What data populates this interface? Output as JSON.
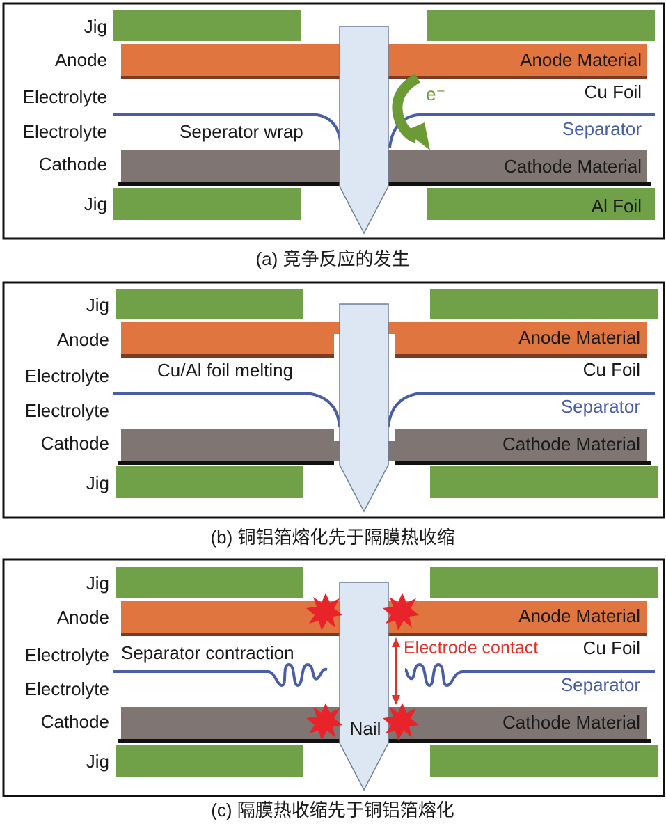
{
  "panels": [
    {
      "id": "a",
      "caption": "(a) 竞争反应的发生",
      "left_labels": [
        "Jig",
        "Anode",
        "Electrolyte",
        "Electrolyte",
        "Cathode",
        "Jig"
      ],
      "right_labels": {
        "anode_material": "Anode Material",
        "cu_foil": "Cu Foil",
        "separator": "Separator",
        "cathode_material": "Cathode Material",
        "al_foil": "Al Foil"
      },
      "annotation": "Seperator wrap",
      "electron": "e⁻"
    },
    {
      "id": "b",
      "caption": "(b) 铜铝箔熔化先于隔膜热收缩",
      "left_labels": [
        "Jig",
        "Anode",
        "Electrolyte",
        "Electrolyte",
        "Cathode",
        "Jig"
      ],
      "right_labels": {
        "anode_material": "Anode Material",
        "cu_foil": "Cu Foil",
        "separator": "Separator",
        "cathode_material": "Cathode Material"
      },
      "annotation": "Cu/Al foil melting"
    },
    {
      "id": "c",
      "caption": "(c) 隔膜热收缩先于铜铝箔熔化",
      "left_labels": [
        "Jig",
        "Anode",
        "Electrolyte",
        "Electrolyte",
        "Cathode",
        "Jig"
      ],
      "right_labels": {
        "anode_material": "Anode Material",
        "cu_foil": "Cu Foil",
        "separator": "Separator",
        "cathode_material": "Cathode Material"
      },
      "annotation": "Separator contraction",
      "contact_label": "Electrode contact",
      "nail_label": "Nail"
    }
  ],
  "colors": {
    "jig": "#70a048",
    "anode": "#e0753f",
    "cu_foil": "#7a3b24",
    "cathode": "#7f7674",
    "al_foil": "#111111",
    "separator": "#4a5ea8",
    "nail": "#dde7f3",
    "spark": "#e8232a",
    "electron_arrow": "#6c9a34"
  }
}
